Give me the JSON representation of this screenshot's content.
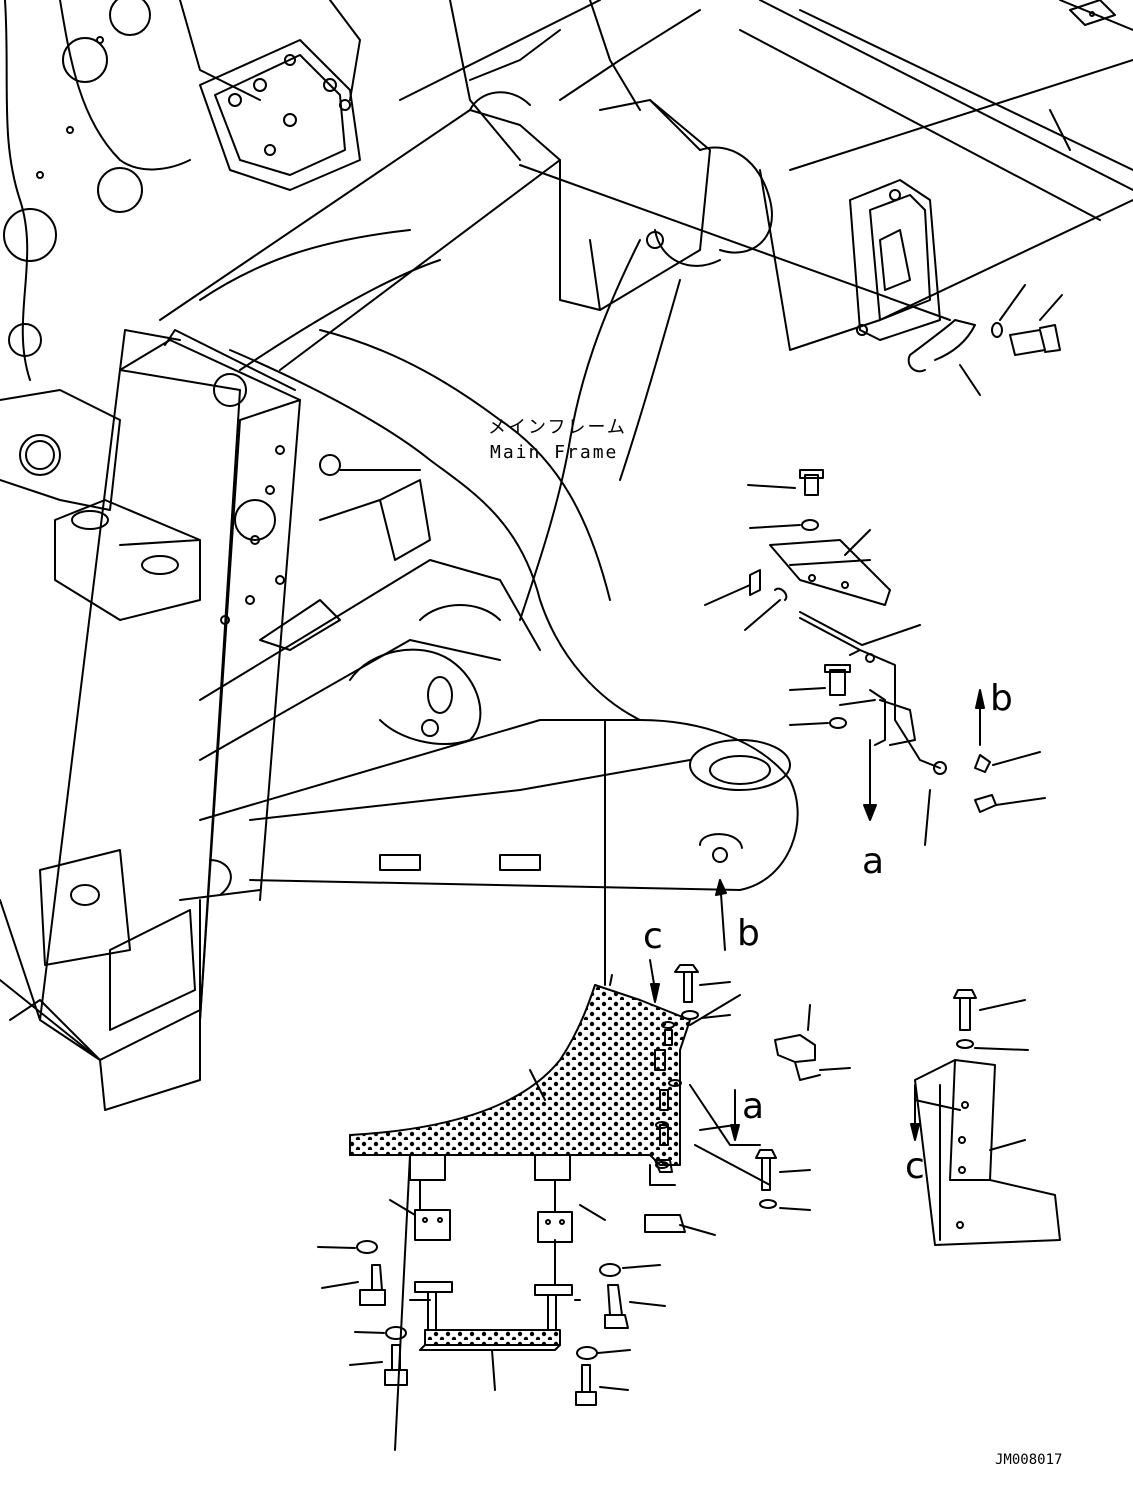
{
  "labels": {
    "main_frame_jp": "メインフレーム",
    "main_frame_en": "Main Frame",
    "drawing_code": "JM008017",
    "ref_a": "a",
    "ref_b": "b",
    "ref_c": "c"
  },
  "colors": {
    "line": "#000000",
    "background": "#ffffff"
  }
}
